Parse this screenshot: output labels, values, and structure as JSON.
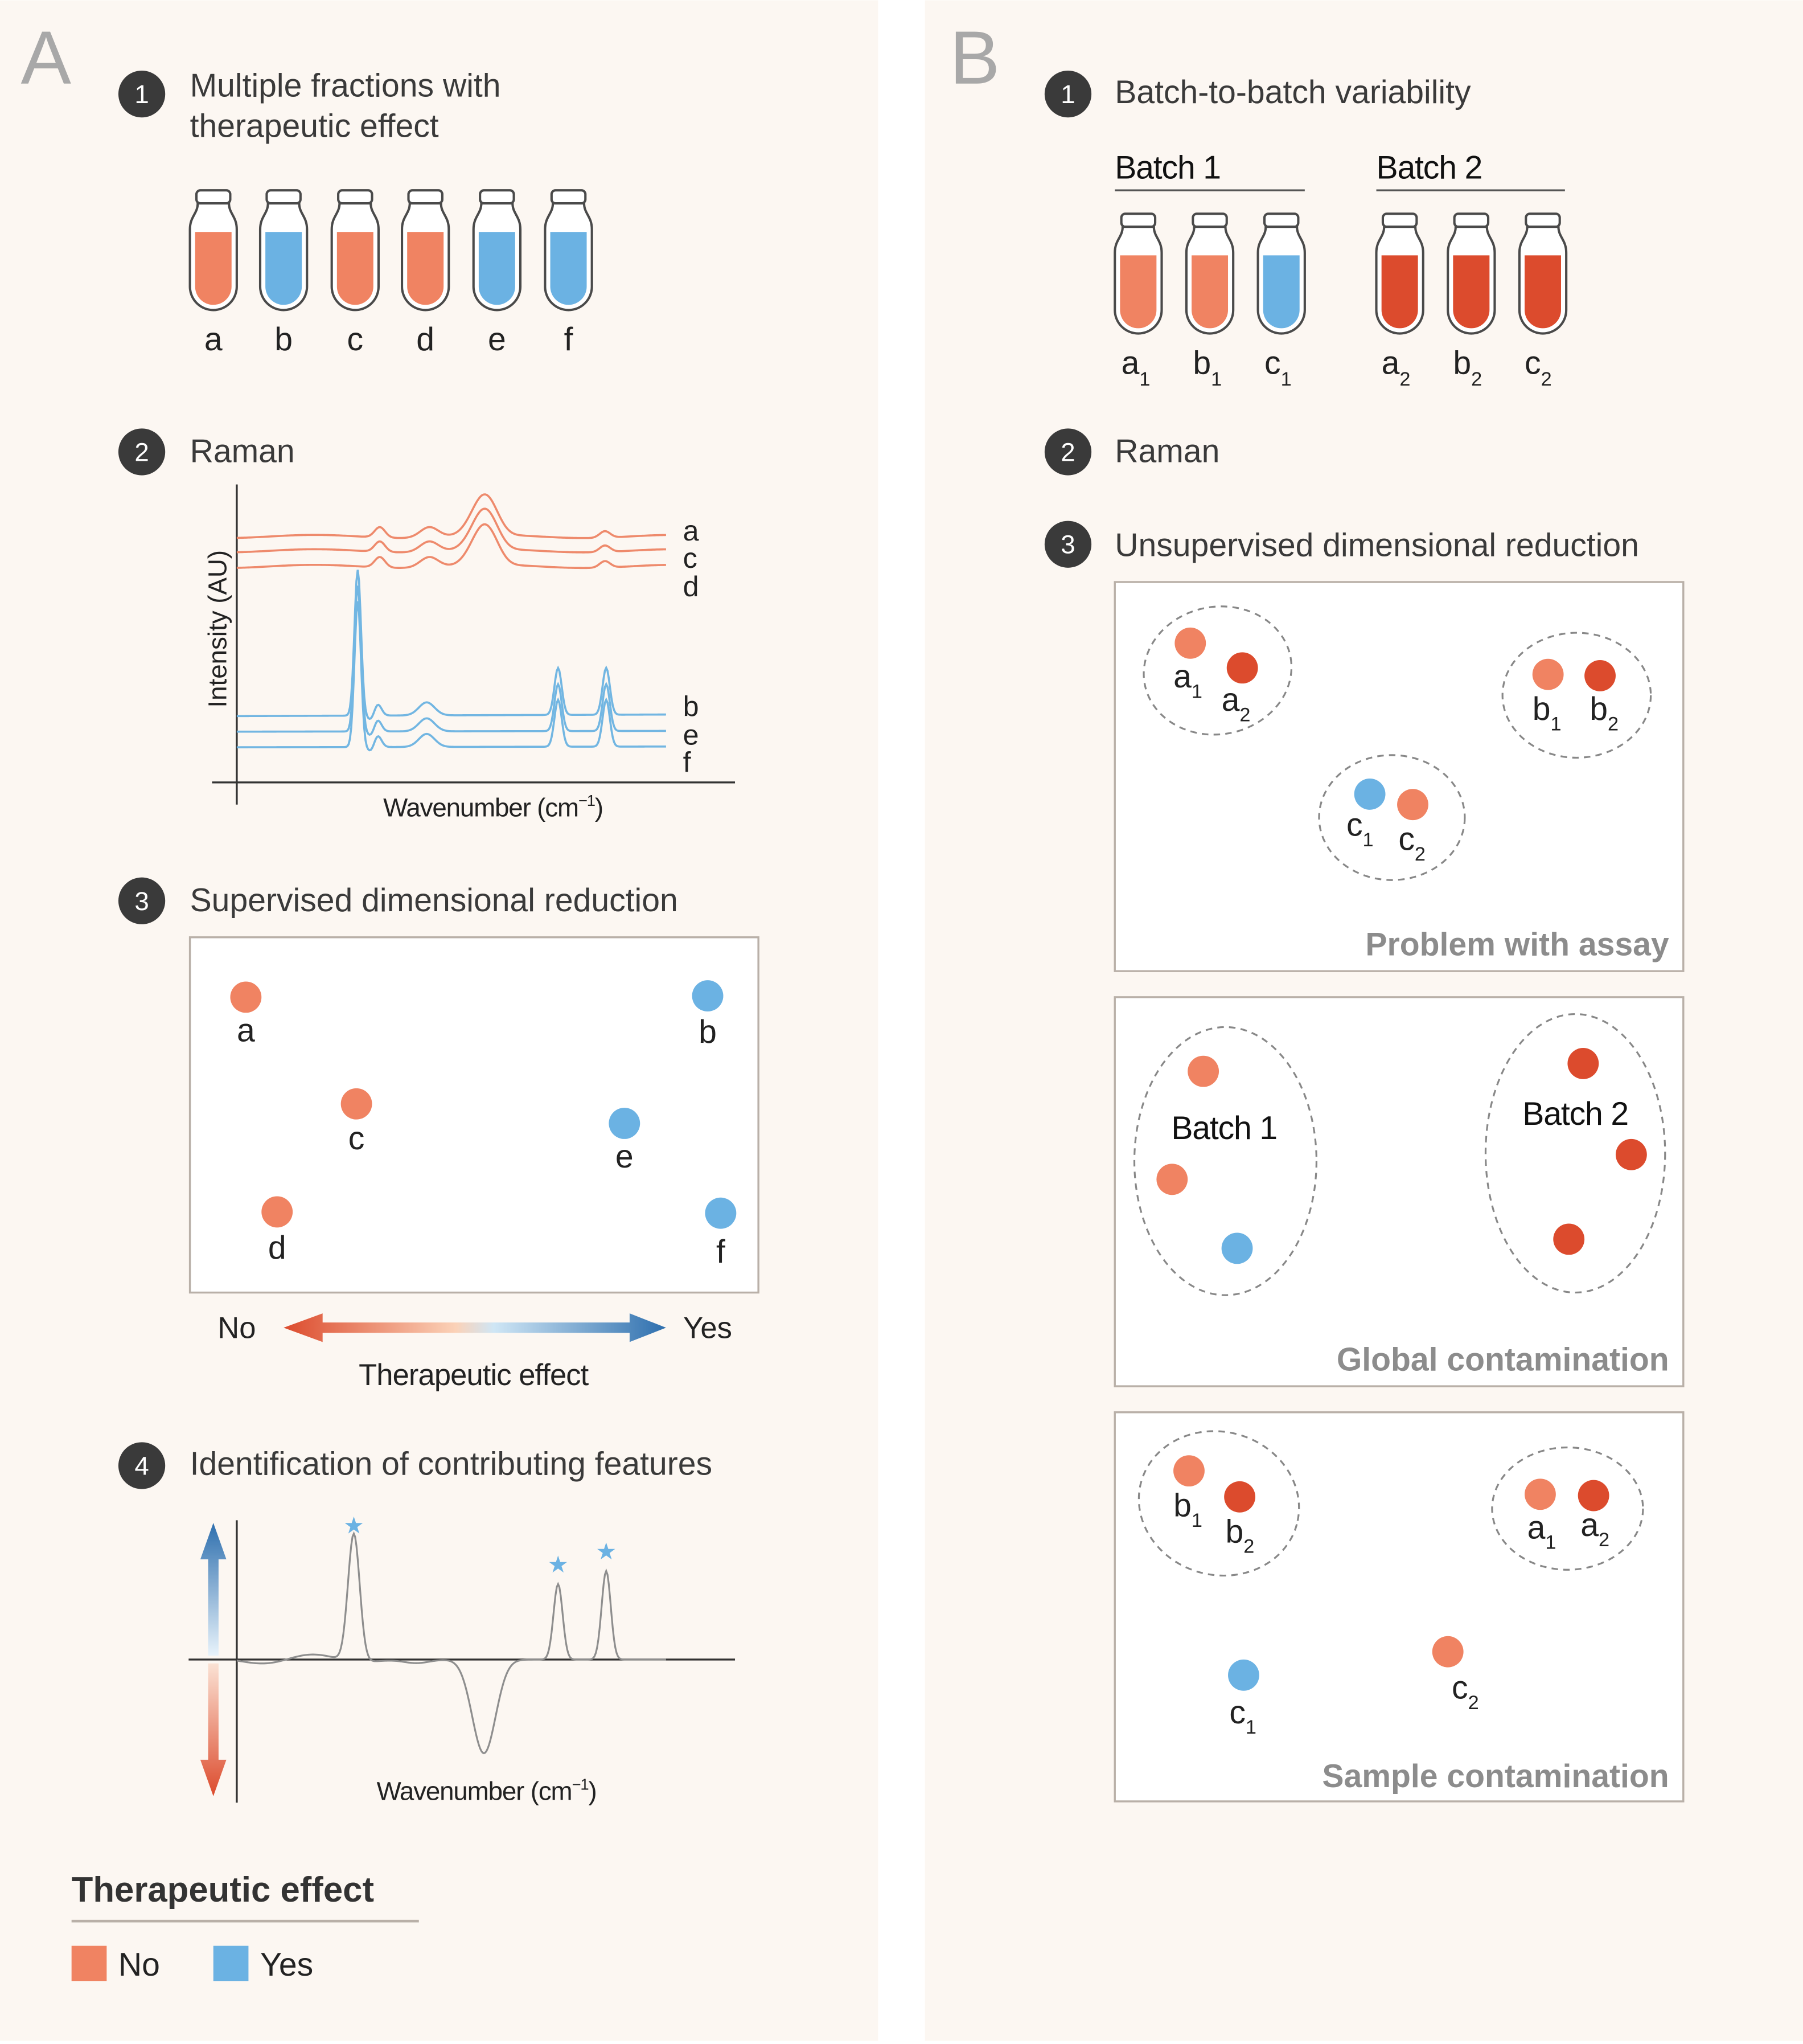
{
  "colors": {
    "background": "#fcf7f2",
    "no_effect": "#f08362",
    "yes_effect": "#6bb2e3",
    "batch2": "#dc4b2d",
    "spectrum_orange": "#ee8a6c",
    "spectrum_blue": "#72b6e2",
    "badge": "#3a3a3a",
    "panel_letter": "#a8a8a8",
    "caption_gray": "#8c8c8c",
    "box_border": "#b9b0a8",
    "star": "#6bb2e3"
  },
  "panel_a": {
    "letter": "A",
    "step1": {
      "number": "1",
      "title_line1": "Multiple fractions with",
      "title_line2": "therapeutic effect",
      "tubes": [
        {
          "label": "a",
          "effect": "No"
        },
        {
          "label": "b",
          "effect": "Yes"
        },
        {
          "label": "c",
          "effect": "No"
        },
        {
          "label": "d",
          "effect": "No"
        },
        {
          "label": "e",
          "effect": "Yes"
        },
        {
          "label": "f",
          "effect": "Yes"
        }
      ]
    },
    "step2": {
      "number": "2",
      "title": "Raman",
      "ylabel": "Intensity (AU)",
      "xlabel": "Wavenumber (cm",
      "xlabel_sup": "−1",
      "xlabel_close": ")",
      "curve_labels_top": [
        "a",
        "c",
        "d"
      ],
      "curve_labels_bottom": [
        "b",
        "e",
        "f"
      ]
    },
    "step3": {
      "number": "3",
      "title": "Supervised dimensional reduction",
      "points": [
        {
          "label": "a",
          "effect": "No"
        },
        {
          "label": "b",
          "effect": "Yes"
        },
        {
          "label": "c",
          "effect": "No"
        },
        {
          "label": "e",
          "effect": "Yes"
        },
        {
          "label": "d",
          "effect": "No"
        },
        {
          "label": "f",
          "effect": "Yes"
        }
      ],
      "axis_no": "No",
      "axis_yes": "Yes",
      "axis_title": "Therapeutic effect"
    },
    "step4": {
      "number": "4",
      "title": "Identification of contributing features",
      "xlabel": "Wavenumber (cm",
      "xlabel_sup": "−1",
      "xlabel_close": ")",
      "star": "★"
    },
    "legend": {
      "title": "Therapeutic effect",
      "no": "No",
      "yes": "Yes"
    }
  },
  "panel_b": {
    "letter": "B",
    "step1": {
      "number": "1",
      "title": "Batch-to-batch variability",
      "batch1": {
        "label": "Batch 1",
        "tubes": [
          {
            "base": "a",
            "sub": "1",
            "effect": "No"
          },
          {
            "base": "b",
            "sub": "1",
            "effect": "No"
          },
          {
            "base": "c",
            "sub": "1",
            "effect": "Yes"
          }
        ]
      },
      "batch2": {
        "label": "Batch 2",
        "tubes": [
          {
            "base": "a",
            "sub": "2"
          },
          {
            "base": "b",
            "sub": "2"
          },
          {
            "base": "c",
            "sub": "2"
          }
        ]
      }
    },
    "step2": {
      "number": "2",
      "title": "Raman"
    },
    "step3": {
      "number": "3",
      "title": "Unsupervised dimensional reduction",
      "box1": {
        "caption": "Problem with assay",
        "labels": [
          {
            "base": "a",
            "sub": "1"
          },
          {
            "base": "a",
            "sub": "2"
          },
          {
            "base": "b",
            "sub": "1"
          },
          {
            "base": "b",
            "sub": "2"
          },
          {
            "base": "c",
            "sub": "1"
          },
          {
            "base": "c",
            "sub": "2"
          }
        ]
      },
      "box2": {
        "caption": "Global contamination",
        "cluster1": "Batch 1",
        "cluster2": "Batch 2"
      },
      "box3": {
        "caption": "Sample contamination",
        "labels": [
          {
            "base": "b",
            "sub": "1"
          },
          {
            "base": "b",
            "sub": "2"
          },
          {
            "base": "a",
            "sub": "1"
          },
          {
            "base": "a",
            "sub": "2"
          },
          {
            "base": "c",
            "sub": "1"
          },
          {
            "base": "c",
            "sub": "2"
          }
        ]
      }
    }
  }
}
